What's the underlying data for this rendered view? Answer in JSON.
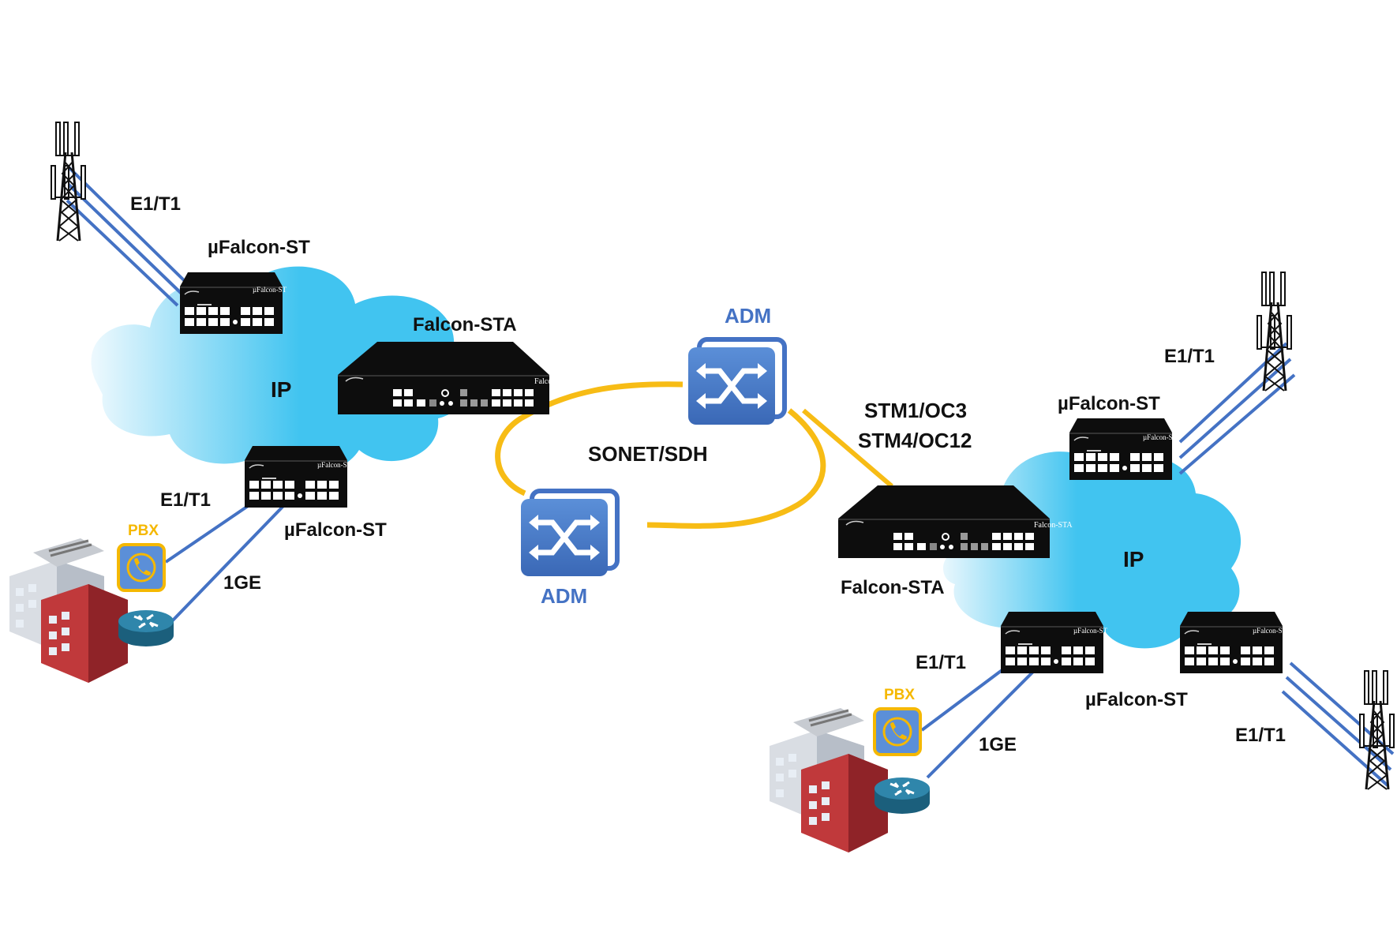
{
  "labels": {
    "left_cloud": "IP",
    "right_cloud": "IP",
    "ring": "SONET/SDH",
    "adm_top": "ADM",
    "adm_bottom": "ADM",
    "stm1": "STM1/OC3",
    "stm4": "STM4/OC12",
    "falcon_sta_left": "Falcon-STA",
    "falcon_sta_right": "Falcon-STA",
    "ufalcon_tl": "µFalcon-ST",
    "ufalcon_bl": "µFalcon-ST",
    "ufalcon_tr": "µFalcon-ST",
    "ufalcon_br": "µFalcon-ST",
    "e1_tl": "E1/T1",
    "e1_bl": "E1/T1",
    "ge_bl": "1GE",
    "e1_tr": "E1/T1",
    "e1_br_site": "E1/T1",
    "ge_br": "1GE",
    "e1_br_tower": "E1/T1",
    "pbx_left": "PBX",
    "pbx_right": "PBX"
  },
  "device_faceplates": {
    "falcon_sta": "Falcon-STA",
    "ufalcon_st": "µFalcon-ST"
  },
  "colors": {
    "cloud": "#41c4f0",
    "ring": "#f7bc15",
    "link": "#4472c4",
    "device": "#0d0d0d",
    "adm": "#4472c4",
    "pbx": "#f5b800",
    "router": "#1f6f8f",
    "building": "#a23040"
  },
  "icons": [
    "cell-tower-icon",
    "building-icon",
    "pbx-phone-icon",
    "router-icon",
    "adm-switch-icon",
    "cloud-icon"
  ]
}
